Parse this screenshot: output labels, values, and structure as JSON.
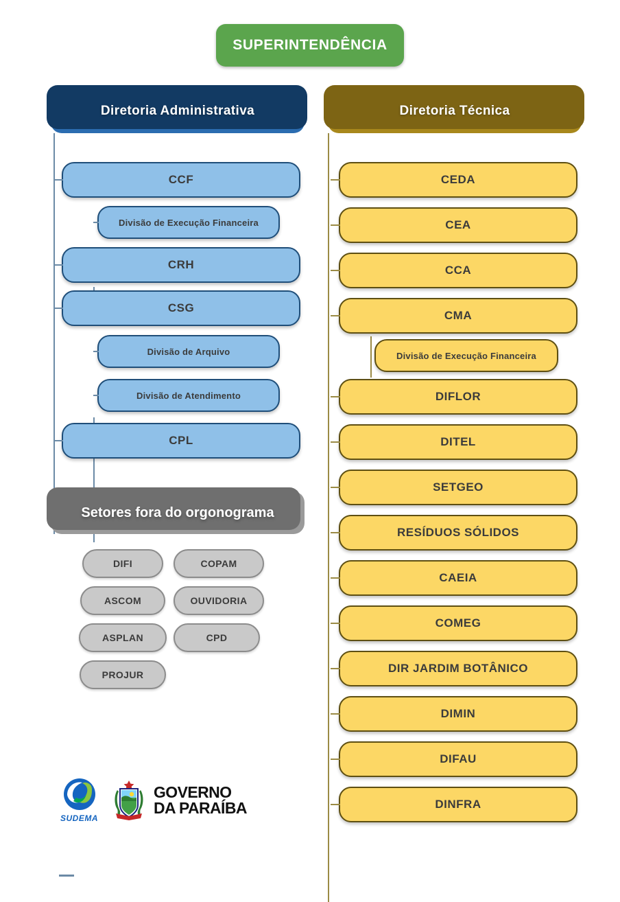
{
  "title": "SUPERINTENDÊNCIA",
  "columns": {
    "administrative": {
      "header": "Diretoria Administrativa",
      "nodes": [
        {
          "label": "CCF",
          "level": 1
        },
        {
          "label": "Divisão de Execução Financeira",
          "level": 2
        },
        {
          "label": "CRH",
          "level": 1
        },
        {
          "label": "CSG",
          "level": 1
        },
        {
          "label": "Divisão de Arquivo",
          "level": 2
        },
        {
          "label": "Divisão de Atendimento",
          "level": 2
        },
        {
          "label": "CPL",
          "level": 1
        }
      ]
    },
    "technical": {
      "header": "Diretoria Técnica",
      "nodes": [
        {
          "label": "CEDA",
          "level": 1
        },
        {
          "label": "CEA",
          "level": 1
        },
        {
          "label": "CCA",
          "level": 1
        },
        {
          "label": "CMA",
          "level": 1
        },
        {
          "label": "Divisão de Execução Financeira",
          "level": 2
        },
        {
          "label": "DIFLOR",
          "level": 1
        },
        {
          "label": "DITEL",
          "level": 1
        },
        {
          "label": "SETGEO",
          "level": 1
        },
        {
          "label": "RESÍDUOS SÓLIDOS",
          "level": 1
        },
        {
          "label": "CAEIA",
          "level": 1
        },
        {
          "label": "COMEG",
          "level": 1
        },
        {
          "label": "DIR JARDIM BOTÂNICO",
          "level": 1
        },
        {
          "label": "DIMIN",
          "level": 1
        },
        {
          "label": "DIFAU",
          "level": 1
        },
        {
          "label": "DINFRA",
          "level": 1
        }
      ]
    }
  },
  "outside": {
    "header": "Setores fora do orgonograma",
    "pills": [
      "DIFI",
      "COPAM",
      "ASCOM",
      "OUVIDORIA",
      "ASPLAN",
      "CPD",
      "PROJUR"
    ]
  },
  "logos": {
    "sudema_text": "SUDEMA",
    "government_line1": "GOVERNO",
    "government_line2": "DA PARAÍBA"
  },
  "colors": {
    "superintendence_green": "#5BA54D",
    "administrative_blue": "#2B6CB0",
    "administrative_blue_shadow": "#123A63",
    "node_blue": "#8FC0E8",
    "node_blue_border": "#1F4E79",
    "technical_gold": "#A8881C",
    "technical_gold_shadow": "#7D6414",
    "node_gold": "#FCD765",
    "node_gold_border": "#5E4F12",
    "outside_gray": "#9A9A9A",
    "outside_gray_shadow": "#6F6F6F",
    "pill_gray": "#C9C9C9",
    "pill_gray_border": "#8C8C8C",
    "text_dark": "#3B3B3B"
  }
}
